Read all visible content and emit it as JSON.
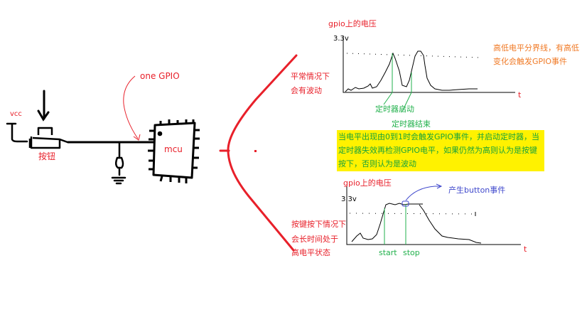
{
  "circuit": {
    "vcc_label": "vcc",
    "button_label": "按钮",
    "gpio_label": "one GPIO",
    "mcu_label": "mcu"
  },
  "chart_top": {
    "title": "gpio上的电压",
    "y_tick": "3.3v",
    "x_label": "t",
    "side_label_line1": "平常情况下",
    "side_label_line2": "会有波动",
    "threshold_note_line1": "高低电平分界线，有高低",
    "threshold_note_line2": "变化会触发GPIO事件",
    "timer_start_label": "定时器启动",
    "timer_end_label": "定时器结束"
  },
  "note": {
    "text": "当电平出现由0到1时会触发GPIO事件，并启动定时器，当定时器失效再检测GPIO电平，如果仍然为高则认为是按键按下，否则认为是波动"
  },
  "chart_bottom": {
    "title": "gpio上的电压",
    "y_tick": "3.3v",
    "x_label": "t",
    "side_label_line1": "按键按下情况下",
    "side_label_line2": "会长时间处于",
    "side_label_line3": "高电平状态",
    "event_label": "产生button事件",
    "start_label": "start",
    "stop_label": "stop"
  },
  "colors": {
    "red": "#e8202a",
    "orange": "#f07a26",
    "green": "#22b14c",
    "blue": "#3f48cc",
    "highlight": "#fff200"
  },
  "chart_data": [
    {
      "type": "line",
      "title": "gpio上的电压",
      "xlabel": "t",
      "ylabel": "",
      "y_tick_labels": [
        "3.3v"
      ],
      "threshold": "dotted line (high/low level boundary)",
      "annotations": [
        "定时器启动",
        "定时器结束",
        "高低电平分界线，有高低变化会触发GPIO事件"
      ],
      "description": "Noisy signal with two brief peaks crossing threshold (fluctuation)"
    },
    {
      "type": "line",
      "title": "gpio上的电压",
      "xlabel": "t",
      "ylabel": "",
      "y_tick_labels": [
        "3.3v"
      ],
      "threshold": "dotted line",
      "annotations": [
        "start",
        "stop",
        "产生button事件"
      ],
      "description": "Signal stays high for a long time between start and stop (button press)"
    }
  ]
}
